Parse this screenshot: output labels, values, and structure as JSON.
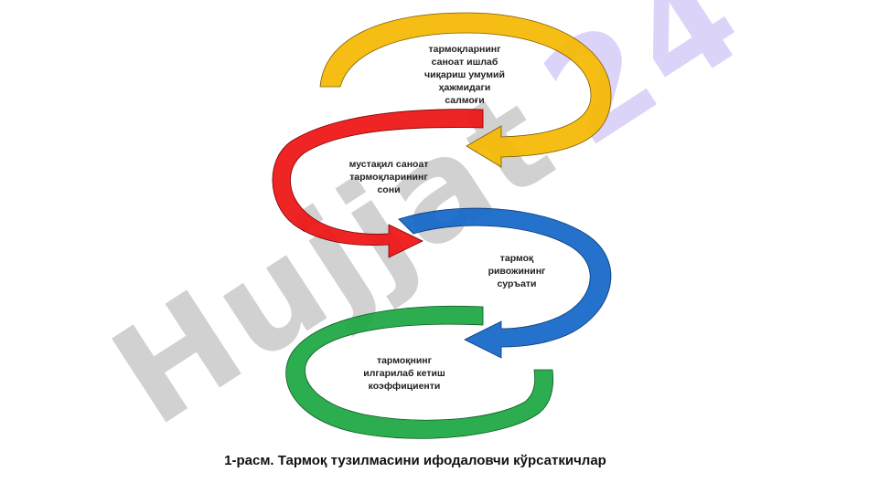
{
  "watermark": {
    "text": "Hujjat 24",
    "color_gray": "#9a9a9a",
    "color_purple": "#b3a0f0"
  },
  "arrows": [
    {
      "name": "yellow-arrow",
      "color": "#f5b800",
      "stroke": "#7a5c00",
      "lines": [
        "тармоқларнинг",
        "саноат ишлаб",
        "чиқариш умумий",
        "ҳажмидаги",
        "салмоғи"
      ]
    },
    {
      "name": "red-arrow",
      "color": "#ee1111",
      "stroke": "#7a0000",
      "lines": [
        "мустақил саноат",
        "тармоқларининг",
        "сони"
      ]
    },
    {
      "name": "blue-arrow",
      "color": "#1166c8",
      "stroke": "#0a3a78",
      "lines": [
        "тармоқ",
        "ривожининг",
        "суръати"
      ]
    },
    {
      "name": "green-arrow",
      "color": "#1aa640",
      "stroke": "#0c5a20",
      "lines": [
        "тармоқнинг",
        "илгарилаб кетиш",
        "коэффициенти"
      ]
    }
  ],
  "caption": "1-расм. Тармоқ тузилмасини ифодаловчи кўрсаткичлар"
}
